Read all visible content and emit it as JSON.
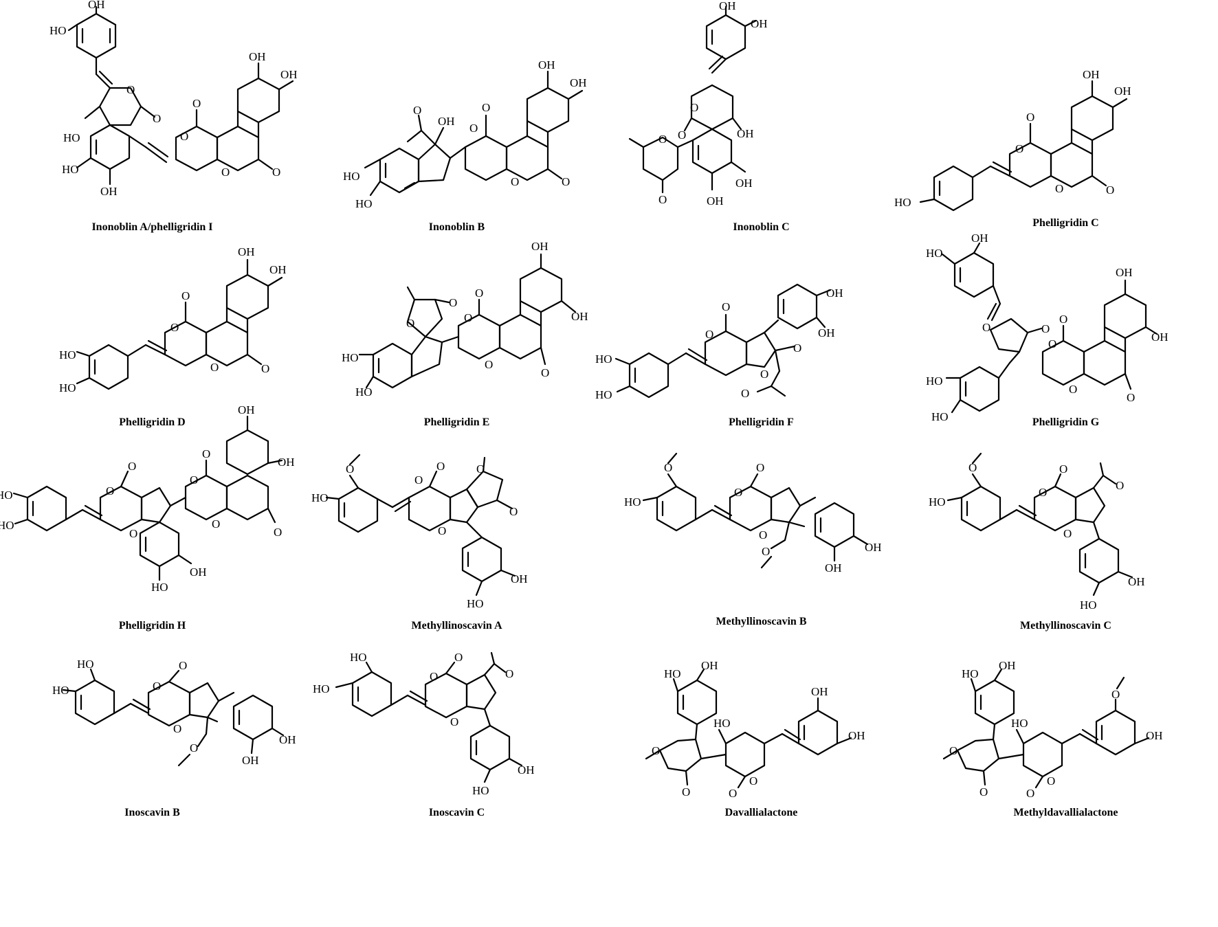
{
  "compounds": [
    {
      "name": "Inonoblin A/phelligridin I",
      "type": "bicycle"
    },
    {
      "name": "Inonoblin B",
      "type": "indene"
    },
    {
      "name": "Inonoblin C",
      "type": "pyranone"
    },
    {
      "name": "Phelligridin C",
      "type": "simple"
    },
    {
      "name": "Phelligridin D",
      "type": "simple"
    },
    {
      "name": "Phelligridin E",
      "type": "spiro"
    },
    {
      "name": "Phelligridin F",
      "type": "furopyranone"
    },
    {
      "name": "Phelligridin G",
      "type": "spiro"
    },
    {
      "name": "Phelligridin H",
      "type": "bicycle"
    },
    {
      "name": "Methyllinoscavin A",
      "type": "furopyranone"
    },
    {
      "name": "Methyllinoscavin B",
      "type": "furopyranone"
    },
    {
      "name": "Methyllinoscavin C",
      "type": "furopyranone"
    },
    {
      "name": "Inoscavin B",
      "type": "furopyranone"
    },
    {
      "name": "Inoscavin C",
      "type": "furopyranone"
    },
    {
      "name": "Davallialactone",
      "type": "pyranone"
    },
    {
      "name": "Methyldavallialactone",
      "type": "pyranone"
    }
  ],
  "atom_labels": {
    "hydroxyl": "OH",
    "hydroxyl_left": "HO",
    "oxygen": "O"
  }
}
